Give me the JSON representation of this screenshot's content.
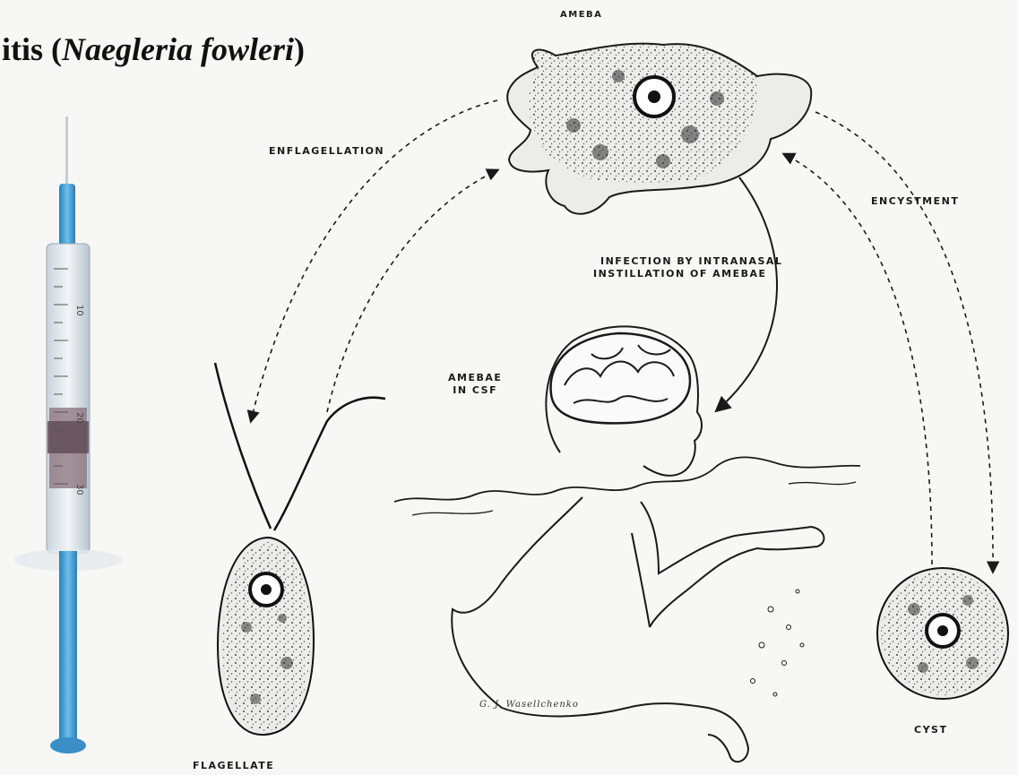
{
  "title": {
    "prefix": "itis (",
    "organism": "Naegleria fowleri",
    "suffix": ")"
  },
  "labels": {
    "ameba": "AMEBA",
    "enflagellation": "ENFLAGELLATION",
    "encystment": "ENCYSTMENT",
    "infection_line1": "INFECTION BY INTRANASAL",
    "infection_line2": "INSTILLATION OF AMEBAE",
    "amebae_csf_line1": "AMEBAE",
    "amebae_csf_line2": "IN CSF",
    "flagellate": "FLAGELLATE",
    "cyst": "CYST"
  },
  "signature": "G. J. Wasellchenko",
  "syringe": {
    "barrel_markings": [
      "10",
      "20",
      "30"
    ]
  },
  "colors": {
    "ink": "#1a1a1a",
    "background": "#f7f7f5",
    "syringe_blue": "#4aa3d6",
    "syringe_blue_dark": "#2f7fb3",
    "syringe_barrel": "#dfe7ee",
    "fluid": "#8a6f78"
  }
}
